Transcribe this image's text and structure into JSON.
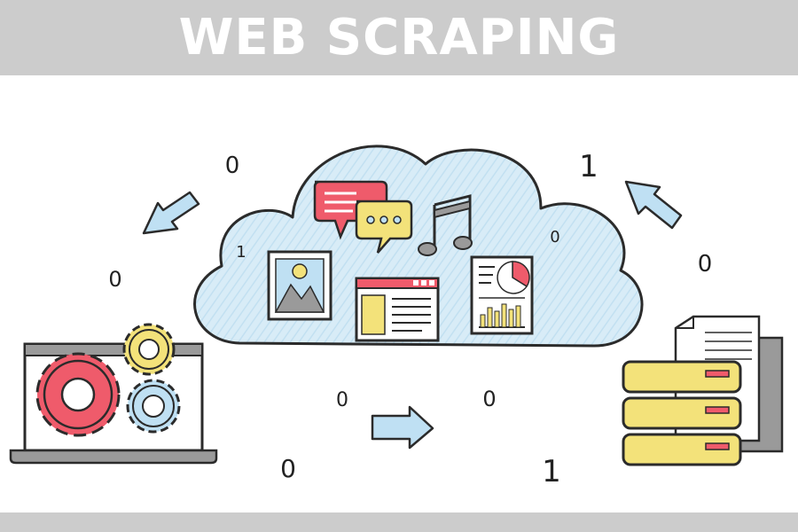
{
  "title": "WEB SCRAPING",
  "colors": {
    "banner": "#cccccc",
    "title_text": "#ffffff",
    "cloud_fill": "#d8ecf7",
    "arrow_fill": "#bfe0f3",
    "red": "#ef5b6b",
    "yellow": "#f3e27a",
    "blue_gear": "#bfe0f3",
    "outline": "#2b2b2b",
    "gray": "#9a9a9a"
  },
  "binary_digits": [
    "0",
    "1",
    "1",
    "0",
    "0",
    "0",
    "0",
    "0",
    "0",
    "1"
  ],
  "icons": [
    "cloud-icon",
    "red-chat-bubble-icon",
    "yellow-chat-bubble-icon",
    "music-note-icon",
    "image-icon",
    "web-page-icon",
    "report-document-icon",
    "laptop-icon",
    "gear-icon",
    "server-database-icon",
    "document-stack-icon",
    "arrow-icon"
  ]
}
